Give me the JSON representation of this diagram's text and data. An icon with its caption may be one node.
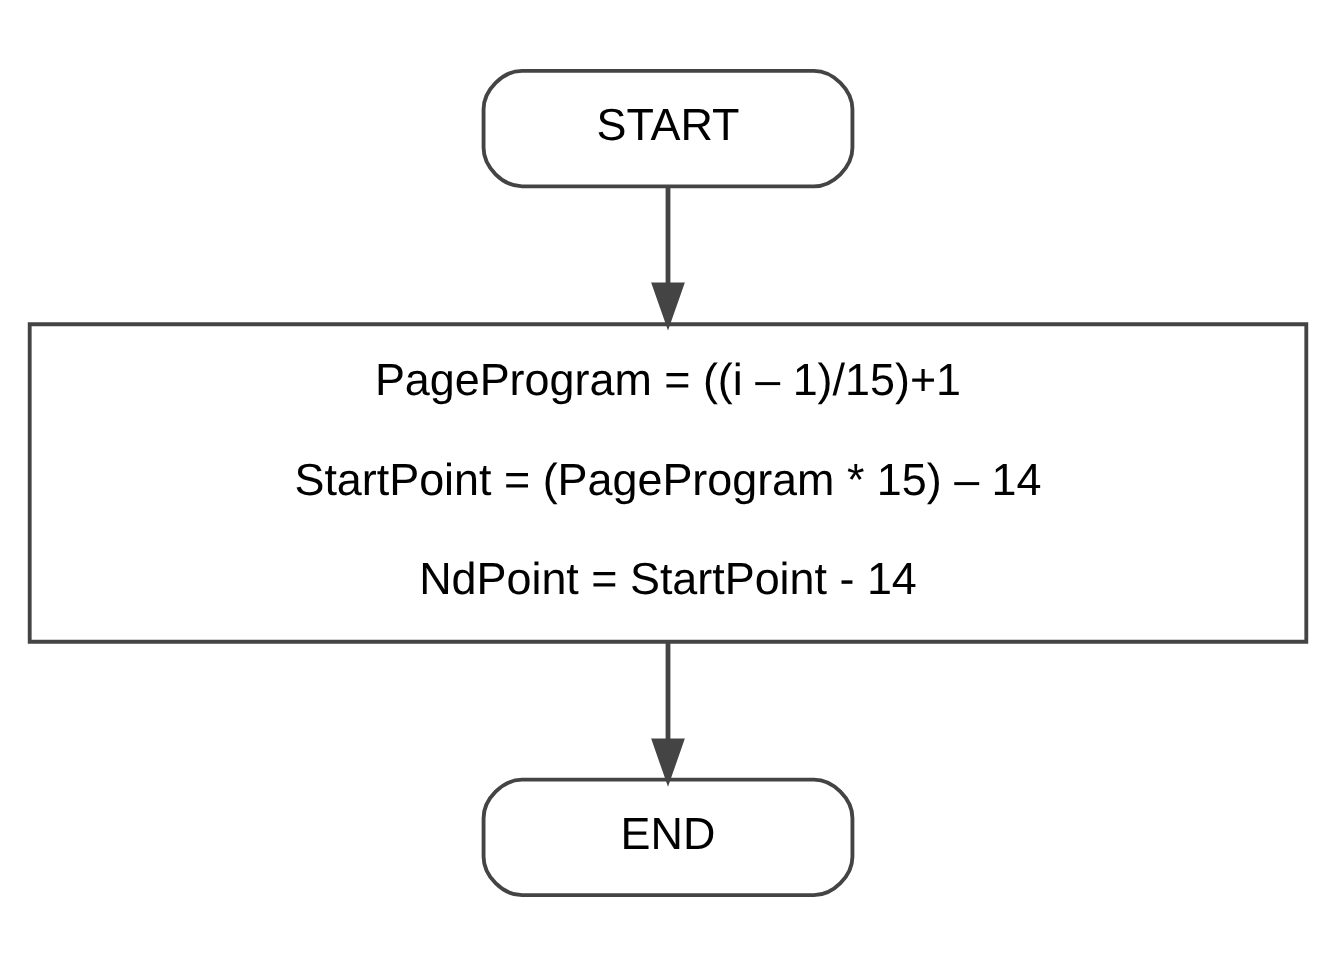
{
  "diagram": {
    "nodes": [
      {
        "text": [
          "START"
        ]
      },
      {
        "text": [
          "PageProgram = ((i – 1)/15)+1",
          "StartPoint = (PageProgram * 15) – 14",
          "NdPoint = StartPoint - 14"
        ]
      },
      {
        "text": [
          "END"
        ]
      }
    ],
    "edges": [
      {
        "from": 0,
        "to": 1,
        "arrow": "to"
      },
      {
        "from": 1,
        "to": 2,
        "arrow": "to"
      }
    ]
  }
}
